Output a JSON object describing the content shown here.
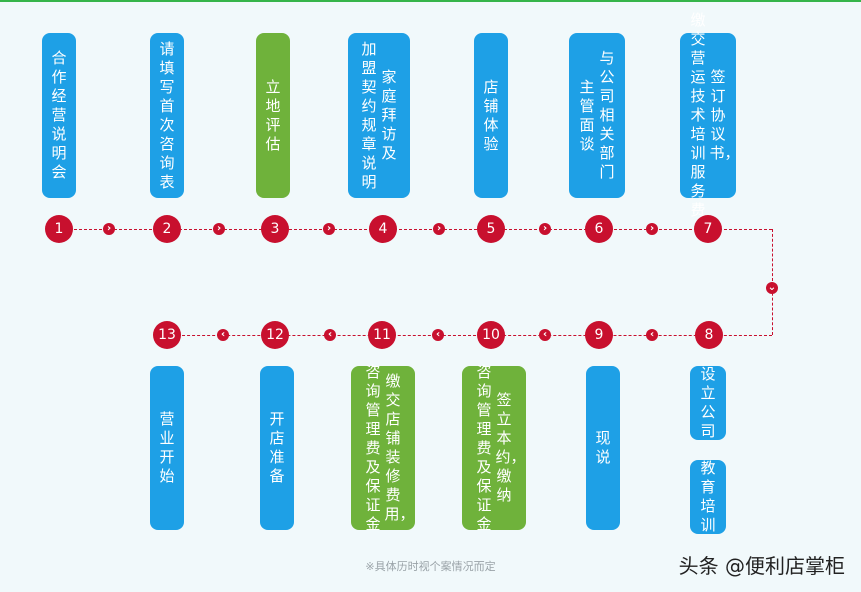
{
  "steps": [
    {
      "num": "1",
      "lines": [
        "合作",
        "经营",
        "说明会"
      ],
      "color": "blue"
    },
    {
      "num": "2",
      "lines": [
        "请填",
        "写首",
        "次咨",
        "询表"
      ],
      "color": "blue"
    },
    {
      "num": "3",
      "lines": [
        "立地",
        "评估"
      ],
      "color": "green"
    },
    {
      "num": "4",
      "lines": [
        "加盟契约规章说明",
        "家庭拜访及"
      ],
      "color": "blue"
    },
    {
      "num": "5",
      "lines": [
        "店铺",
        "体验"
      ],
      "color": "blue"
    },
    {
      "num": "6",
      "lines": [
        "主管面谈",
        "与公司相关部门"
      ],
      "color": "blue"
    },
    {
      "num": "7",
      "lines": [
        "缴交营运技术培训服务费",
        "签订协议书，"
      ],
      "color": "blue"
    },
    {
      "num": "8",
      "lines": [
        "设立",
        "公司"
      ],
      "lines2": [
        "教育",
        "培训"
      ],
      "color": "blue"
    },
    {
      "num": "9",
      "lines": [
        "现说"
      ],
      "color": "blue"
    },
    {
      "num": "10",
      "lines": [
        "咨询管理费及保证金",
        "签立本约，缴纳"
      ],
      "color": "green"
    },
    {
      "num": "11",
      "lines": [
        "咨询管理费及保证金",
        "缴交店铺装修费用，"
      ],
      "color": "green"
    },
    {
      "num": "12",
      "lines": [
        "开店",
        "准备"
      ],
      "color": "blue"
    },
    {
      "num": "13",
      "lines": [
        "营业",
        "开始"
      ],
      "color": "blue"
    }
  ],
  "arrow_right": "›",
  "arrow_left": "‹",
  "arrow_down": "⌄",
  "note": "※具体历时视个案情况而定",
  "watermark": "头条 @便利店掌柜",
  "colors": {
    "blue": "#1ea0e6",
    "green": "#6fb23b",
    "red": "#c8102e"
  }
}
